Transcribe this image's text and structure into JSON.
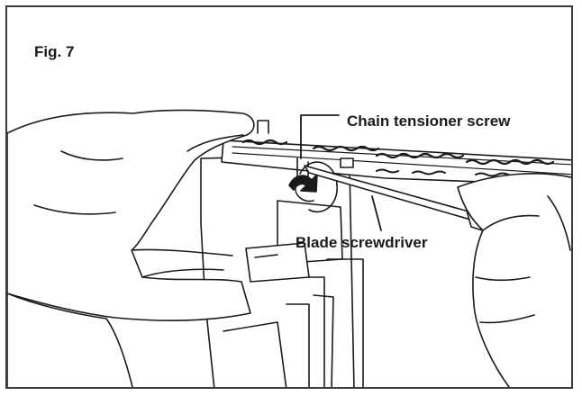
{
  "figure": {
    "label": "Fig. 7",
    "callouts": {
      "chain_tensioner_screw": "Chain tensioner screw",
      "blade_screwdriver": "Blade screwdriver"
    }
  }
}
